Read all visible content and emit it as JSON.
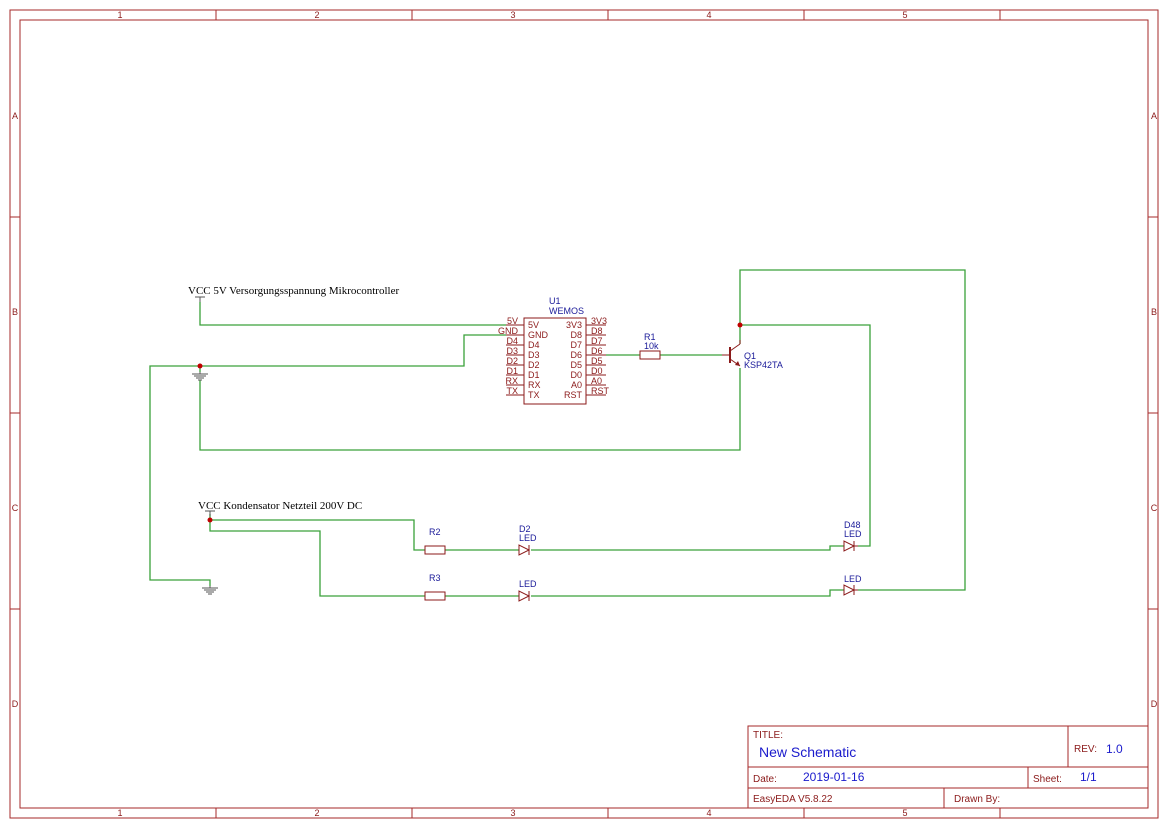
{
  "frame": {
    "columns": [
      "1",
      "2",
      "3",
      "4",
      "5"
    ],
    "rows": [
      "A",
      "B",
      "C",
      "D"
    ]
  },
  "net_labels": {
    "vcc_5v": "VCC 5V Versorgungsspannung Mikrocontroller",
    "vcc_200v": "VCC Kondensator Netzteil 200V DC"
  },
  "u1": {
    "designator": "U1",
    "value": "WEMOS",
    "left_pins": [
      "5V",
      "GND",
      "D4",
      "D3",
      "D2",
      "D1",
      "RX",
      "TX"
    ],
    "left_inner": [
      "5V",
      "GND",
      "D4",
      "D3",
      "D2",
      "D1",
      "RX",
      "TX"
    ],
    "right_inner": [
      "3V3",
      "D8",
      "D7",
      "D6",
      "D5",
      "D0",
      "A0",
      "RST"
    ],
    "right_pins": [
      "3V3",
      "D8",
      "D7",
      "D6",
      "D5",
      "D0",
      "A0",
      "RST"
    ]
  },
  "r1": {
    "designator": "R1",
    "value": "10k"
  },
  "q1": {
    "designator": "Q1",
    "value": "KSP42TA"
  },
  "r2": {
    "designator": "R2"
  },
  "r3": {
    "designator": "R3"
  },
  "d2": {
    "designator": "D2",
    "value": "LED"
  },
  "d_row2_left": {
    "value": "LED"
  },
  "d48": {
    "designator": "D48",
    "value": "LED"
  },
  "d_row2_right": {
    "value": "LED"
  },
  "title_block": {
    "title_label": "TITLE:",
    "title_value": "New Schematic",
    "rev_label": "REV:",
    "rev_value": "1.0",
    "date_label": "Date:",
    "date_value": "2019-01-16",
    "sheet_label": "Sheet:",
    "sheet_value": "1/1",
    "software": "EasyEDA V5.8.22",
    "drawn_by_label": "Drawn By:"
  }
}
